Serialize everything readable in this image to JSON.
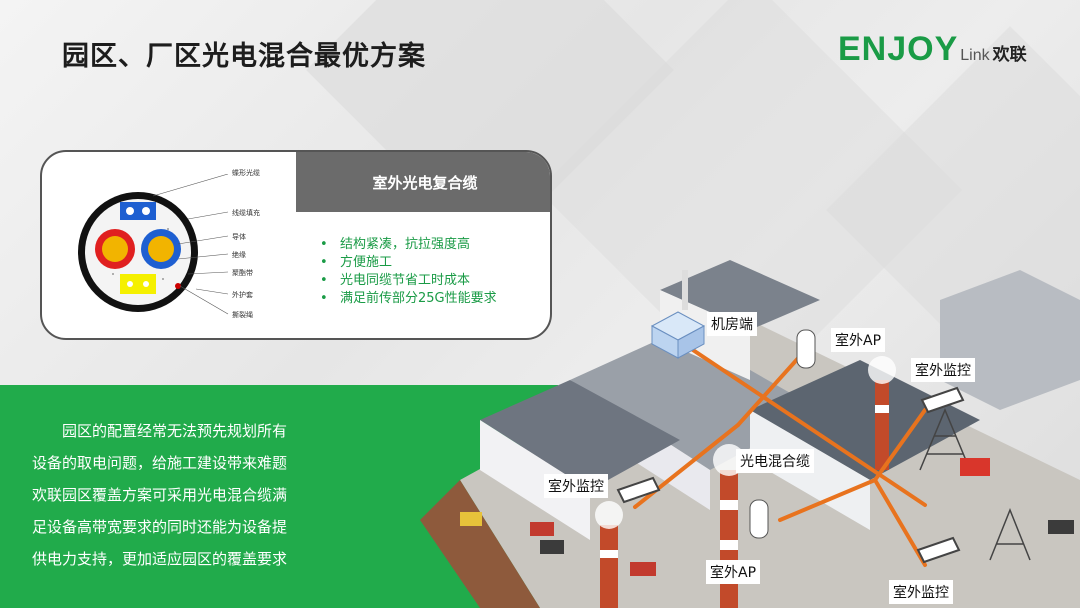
{
  "title": "园区、厂区光电混合最优方案",
  "logo": {
    "brand": "ENJOY",
    "sub": "Link",
    "cn": "欢联"
  },
  "card": {
    "heading": "室外光电复合缆",
    "bullets": [
      "结构紧凑，抗拉强度高",
      "方便施工",
      "光电同缆节省工时成本",
      "满足前传部分25G性能要求"
    ],
    "cable_labels": [
      "蝶形光缆",
      "线缆填充",
      "导体",
      "绝缘",
      "聚酯带",
      "外护套",
      "撕裂绳"
    ]
  },
  "paragraph": [
    "园区的配置经常无法预先规划所有",
    "设备的取电问题，给施工建设带来难题",
    "欢联园区覆盖方案可采用光电混合缆满",
    "足设备高带宽要求的同时还能为设备提",
    "供电力支持，更加适应园区的覆盖要求"
  ],
  "scene_labels": {
    "machine_room": "机房端",
    "ap_top": "室外AP",
    "cam_right_top": "室外监控",
    "hybrid": "光电混合缆",
    "cam_left": "室外监控",
    "ap_bottom": "室外AP",
    "cam_bottom": "室外监控"
  },
  "colors": {
    "accent_green": "#1a9b46",
    "band_green": "#21ab4b",
    "cable_orange": "#e8731e"
  }
}
